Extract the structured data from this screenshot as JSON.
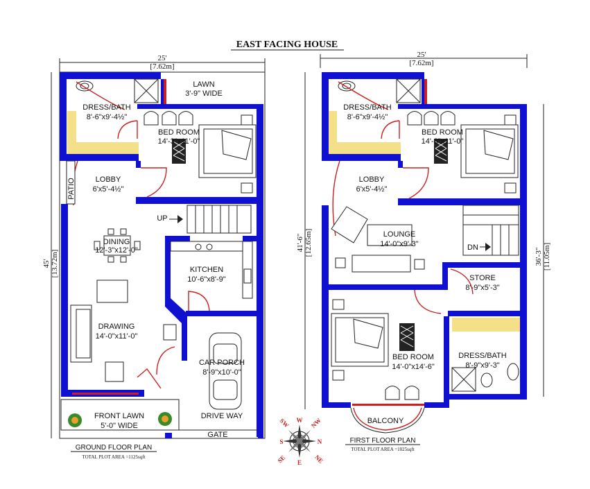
{
  "title": "EAST FACING HOUSE",
  "ground": {
    "width_ft": "25'",
    "width_m": "[7.62m]",
    "depth_ft": "45'",
    "depth_m": "[13.72m]",
    "rooms": {
      "lawn": "LAWN",
      "lawn_size": "3'-9\" WIDE",
      "dress_bath": "DRESS/BATH",
      "dress_bath_size": "8'-6\"x9'-4½\"",
      "bedroom": "BED ROOM",
      "bedroom_size": "14'-3\"x11'-0\"",
      "lobby": "LOBBY",
      "lobby_size": "6'x5'-4½\"",
      "patio": "PATIO",
      "up": "UP",
      "dining": "DINING",
      "dining_size": "12'-3\"x12'-0\"",
      "kitchen": "KITCHEN",
      "kitchen_size": "10'-6\"x8'-9\"",
      "drawing": "DRAWING",
      "drawing_size": "14'-0\"x11'-0\"",
      "car_porch": "CAR PORCH",
      "car_porch_size": "8'-9\"x10'-0\"",
      "front_lawn": "FRONT LAWN",
      "front_lawn_size": "5'-0\" WIDE",
      "drive_way": "DRIVE WAY",
      "gate": "GATE"
    },
    "caption": "GROUND FLOOR PLAN",
    "area": "TOTAL PLOT AREA =1125sqft"
  },
  "first": {
    "width_ft": "25'",
    "width_m": "[7.62m]",
    "depth_ft": "41'-6\"",
    "depth_m": "[12.65m]",
    "inner_ft": "36'-3\"",
    "inner_m": "[11.05m]",
    "rooms": {
      "dress_bath": "DRESS/BATH",
      "dress_bath_size": "8'-6\"x9'-4½\"",
      "bedroom": "BED ROOM",
      "bedroom_size": "14'-3\"x11'-0\"",
      "lobby": "LOBBY",
      "lobby_size": "6'x5'-4½\"",
      "lounge": "LOUNGE",
      "lounge_size": "14'-0\"x9'-3\"",
      "dn": "DN",
      "store": "STORE",
      "store_size": "8'-9\"x5'-3\"",
      "bedroom2": "BED ROOM",
      "bedroom2_size": "14'-0\"x14'-6\"",
      "dress_bath2": "DRESS/BATH",
      "dress_bath2_size": "8'-9\"x9'-3\"",
      "balcony": "BALCONY"
    },
    "caption": "FIRST FLOOR PLAN",
    "area": "TOTAL PLOT AREA =1025sqft"
  },
  "compass": {
    "n": "N",
    "s": "S",
    "e": "E",
    "w": "W",
    "nw": "NW",
    "sw": "SW",
    "ne": "NE",
    "se": "SE"
  },
  "colors": {
    "wall": "#1010d0",
    "door": "#cc2020",
    "tile": "#f5e08a"
  }
}
